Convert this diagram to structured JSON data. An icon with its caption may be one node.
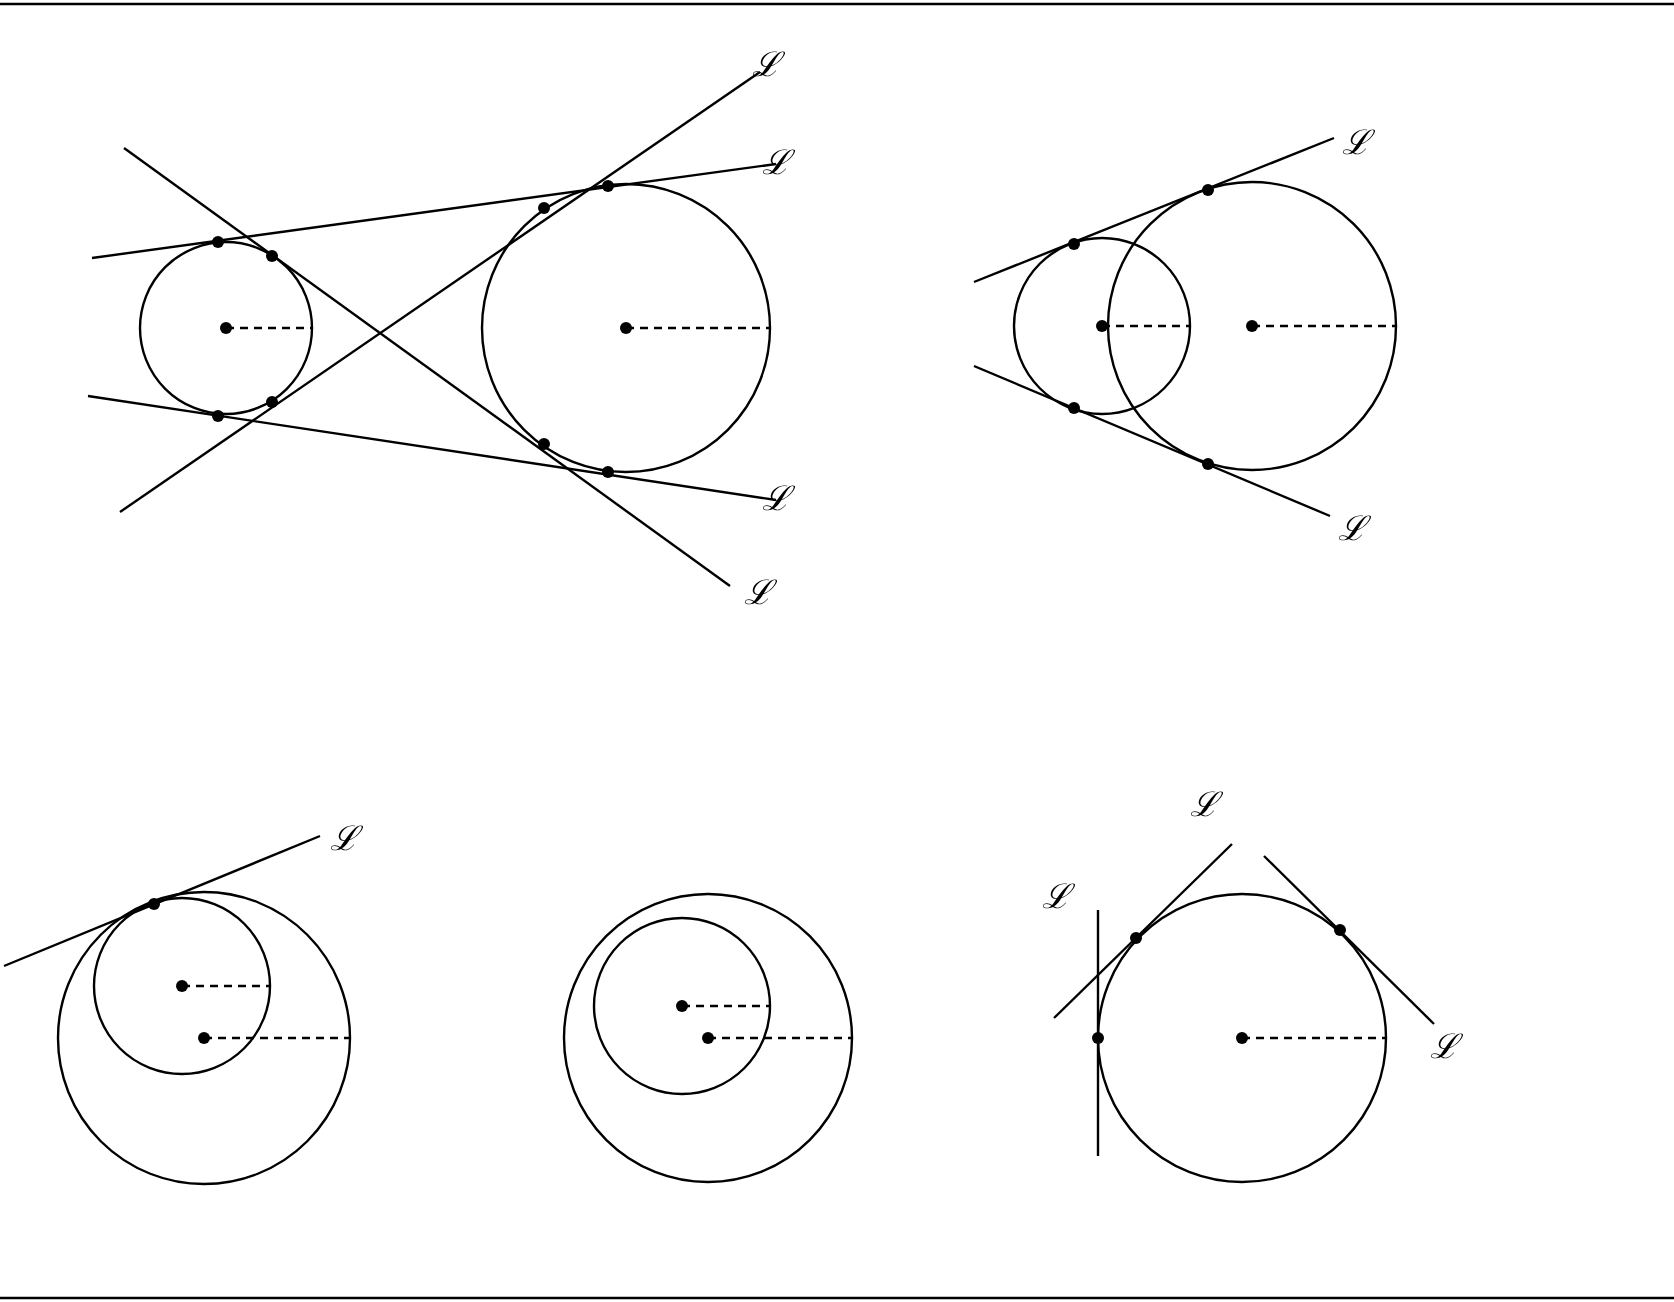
{
  "diagram": {
    "labels": [
      "ℒ",
      "ℒ",
      "ℒ",
      "ℒ",
      "ℒ",
      "ℒ",
      "ℒ",
      "ℒ",
      "ℒ",
      "ℒ"
    ]
  }
}
